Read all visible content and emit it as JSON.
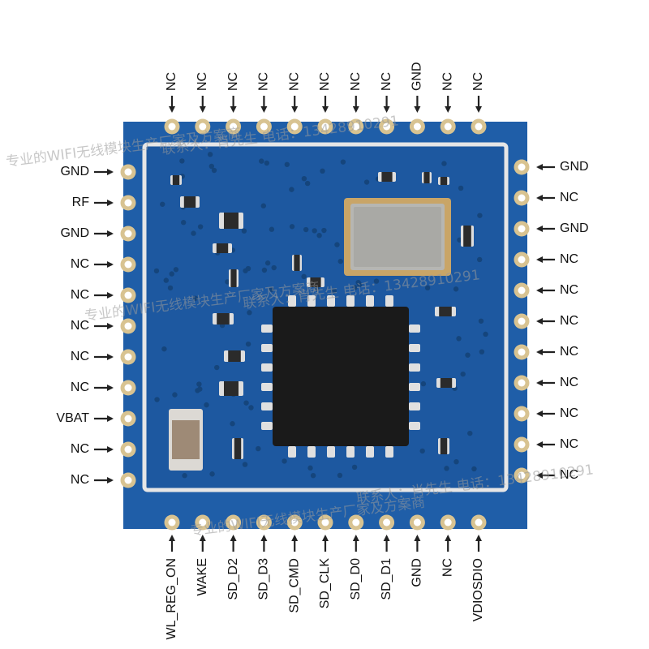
{
  "colors": {
    "pcb": "#1f5ea8",
    "pcb_dark": "#17487f",
    "gold": "#d8c391",
    "silk": "#eeeeee",
    "chip": "#1a1a1a",
    "arrow": "#222222"
  },
  "pins": {
    "top": [
      "NC",
      "NC",
      "NC",
      "NC",
      "NC",
      "NC",
      "NC",
      "NC",
      "GND",
      "NC",
      "NC"
    ],
    "left": [
      "GND",
      "RF",
      "GND",
      "NC",
      "NC",
      "NC",
      "NC",
      "NC",
      "VBAT",
      "NC",
      "NC"
    ],
    "right": [
      "GND",
      "NC",
      "GND",
      "NC",
      "NC",
      "NC",
      "NC",
      "NC",
      "NC",
      "NC",
      "NC"
    ],
    "bottom": [
      "WL_REG_ON",
      "WAKE",
      "SD_D2",
      "SD_D3",
      "SD_CMD",
      "SD_CLK",
      "SD_D0",
      "SD_D1",
      "GND",
      "NC",
      "VDIOSDIO"
    ]
  },
  "watermarks": [
    "专业的WIFI无线模块生产厂家及方案商",
    "联系人：肖先生 电话：13428910291",
    "专业的WIFI无线模块生产厂家及方案商",
    "联系人：肖先生 电话：13428910291",
    "专业的WIFI无线模块生产厂家及方案商",
    "联系人：肖先生 电话：13428910291"
  ]
}
